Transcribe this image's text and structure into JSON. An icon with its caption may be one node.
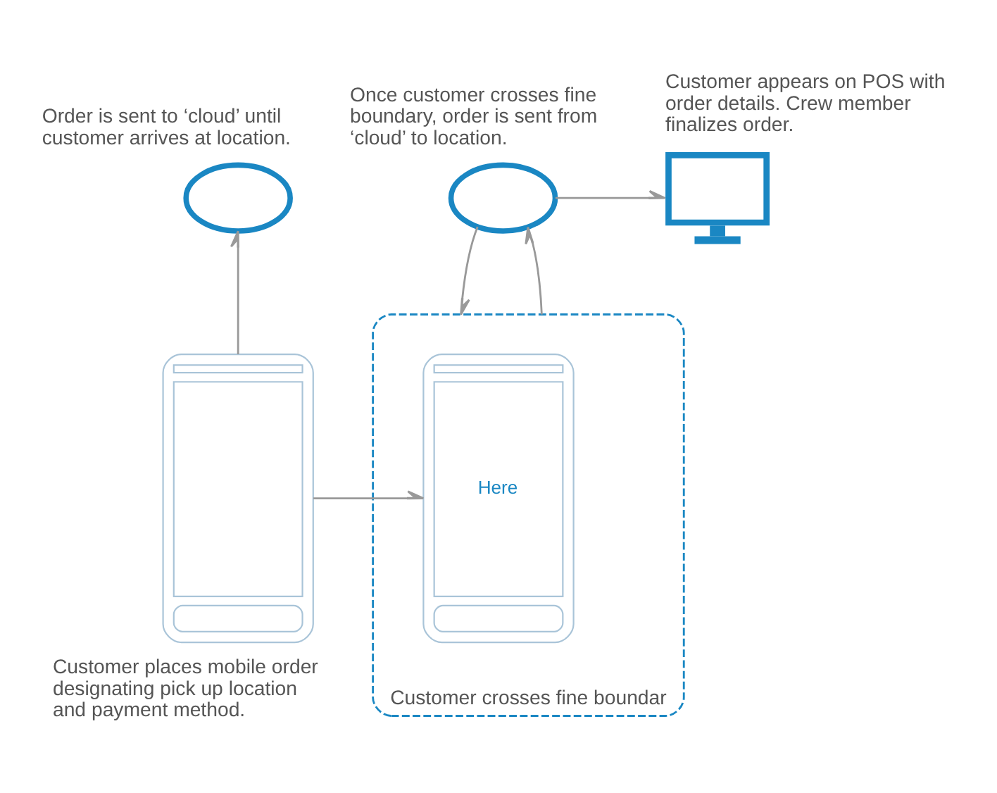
{
  "diagram": {
    "nodes": [
      {
        "text": [],
        "shape": "cloud",
        "beside": [
          "Order is sent to ‘cloud’ until customer arrives at location."
        ]
      },
      {
        "text": [],
        "shape": "cloud",
        "beside": [
          "Once customer crosses fine boundary, order is sent from ‘cloud’ to location."
        ]
      },
      {
        "text": [],
        "shape": "picture",
        "beside": [
          "Customer appears on POS with order details. Crew member finalizes order."
        ]
      },
      {
        "text": [],
        "shape": "picture",
        "beside": [
          "Customer places mobile order designating pick up location and payment method."
        ]
      },
      {
        "text": [],
        "shape": "box",
        "beside": [
          "Customer crosses fine boundar"
        ]
      },
      {
        "text": [
          "Here"
        ],
        "in": 4
      }
    ],
    "edges": [
      {
        "from": 3,
        "to": 0,
        "arrow": "to"
      },
      {
        "from": 3,
        "to": 5,
        "arrow": "to"
      },
      {
        "from": 4,
        "to": 1,
        "arrow": "to"
      },
      {
        "from": 1,
        "to": 4,
        "arrow": "to"
      },
      {
        "from": 1,
        "to": 2,
        "arrow": "to"
      }
    ]
  }
}
